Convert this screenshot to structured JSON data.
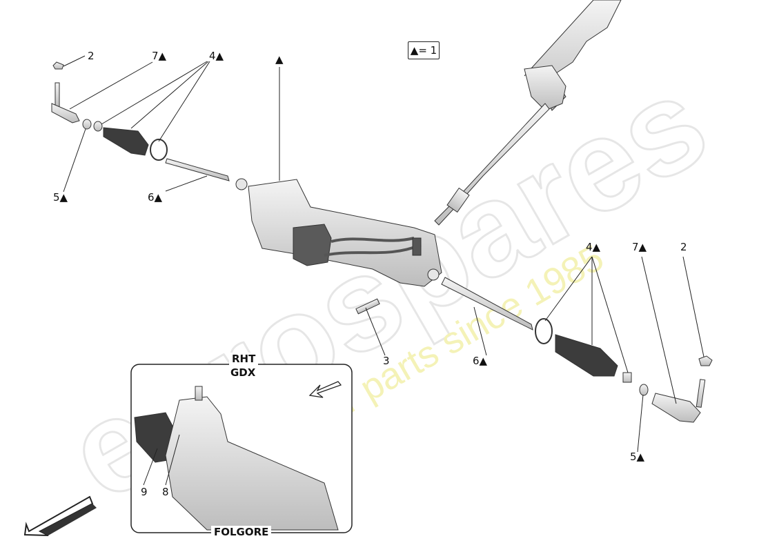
{
  "legend": {
    "text": "▲= 1"
  },
  "labels": {
    "tl_2": "2",
    "tl_7": "7▲",
    "tl_4": "4▲",
    "tl_5": "5▲",
    "tl_6": "6▲",
    "rack_tri": "▲",
    "c_3": "3",
    "br_4": "4▲",
    "br_7": "7▲",
    "br_2": "2",
    "br_6": "6▲",
    "br_5": "5▲"
  },
  "inset": {
    "title_1": "RHT",
    "title_2": "GDX",
    "label_9": "9",
    "label_8": "8",
    "footer": "FOLGORE"
  },
  "watermark": {
    "brand": "eurospares",
    "tagline": "a passion for parts since 1985"
  }
}
